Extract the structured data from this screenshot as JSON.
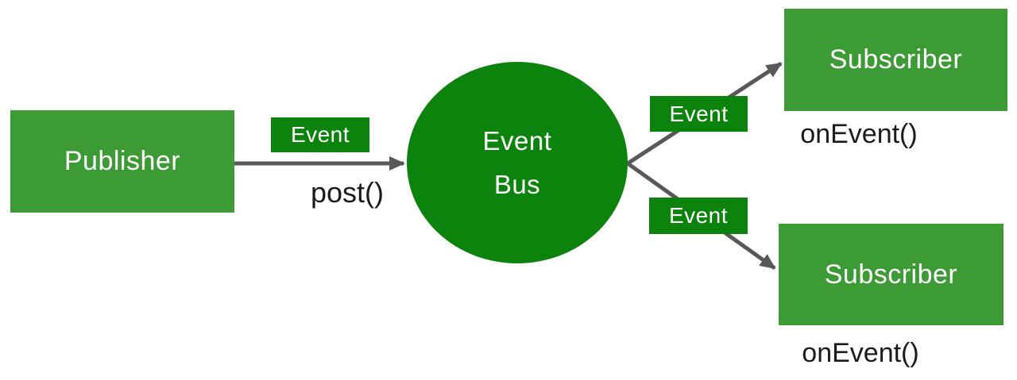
{
  "diagram": {
    "type": "event-bus-pattern",
    "nodes": {
      "publisher": {
        "label": "Publisher"
      },
      "event_bus": {
        "lines": [
          "Event",
          "Bus"
        ]
      },
      "subscriber_top": {
        "label": "Subscriber",
        "method_label": "onEvent()"
      },
      "subscriber_bottom": {
        "label": "Subscriber",
        "method_label": "onEvent()"
      }
    },
    "edges": {
      "publisher_to_bus": {
        "badge": "Event",
        "method_label": "post()"
      },
      "bus_to_subscriber_top": {
        "badge": "Event"
      },
      "bus_to_subscriber_bottom": {
        "badge": "Event"
      }
    },
    "colors": {
      "node_green": "#3D9B35",
      "badge_dark_green": "#0C830C",
      "arrow_gray": "#58585A",
      "text_white": "#FFFFFF",
      "text_black": "#1B1B1B",
      "background": "#FFFFFF"
    }
  }
}
